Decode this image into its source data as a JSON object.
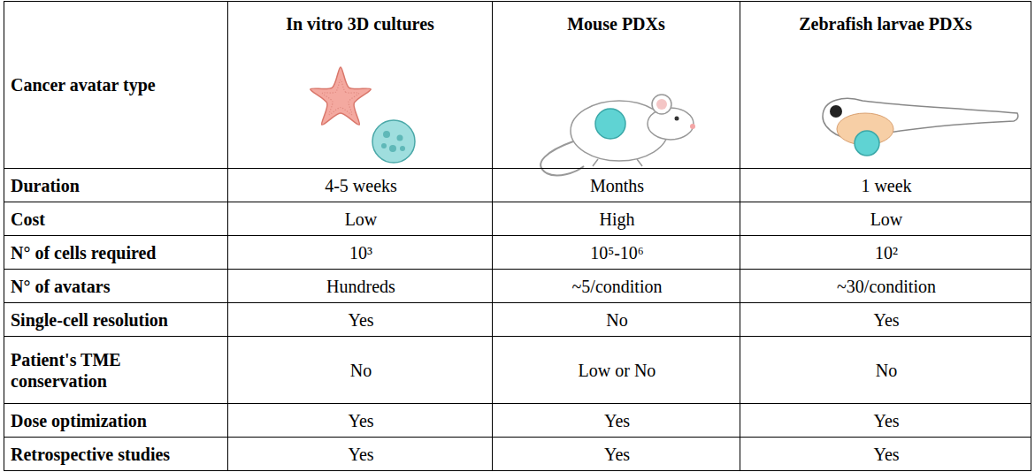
{
  "diagram": {
    "labels": [
      "Cancer avatar type",
      "In vitro 3D cultures",
      "Mouse PDXs",
      "Zebrafish larvae PDXs",
      "Duration",
      "4-5 weeks",
      "Months",
      "1 week",
      "Cost",
      "Low",
      "High",
      "Low",
      "N° of cells required",
      "10³",
      "10⁵-10⁶",
      "10²",
      "N° of avatars",
      "Hundreds",
      "~5/condition",
      "~30/condition",
      "Single-cell resolution",
      "Yes",
      "No",
      "Yes",
      "Patient's TME conservation",
      "No",
      "Low or No",
      "No",
      "Dose optimization",
      "Yes",
      "Yes",
      "Yes",
      "Retrospective studies",
      "Yes",
      "Yes",
      "Yes"
    ]
  }
}
